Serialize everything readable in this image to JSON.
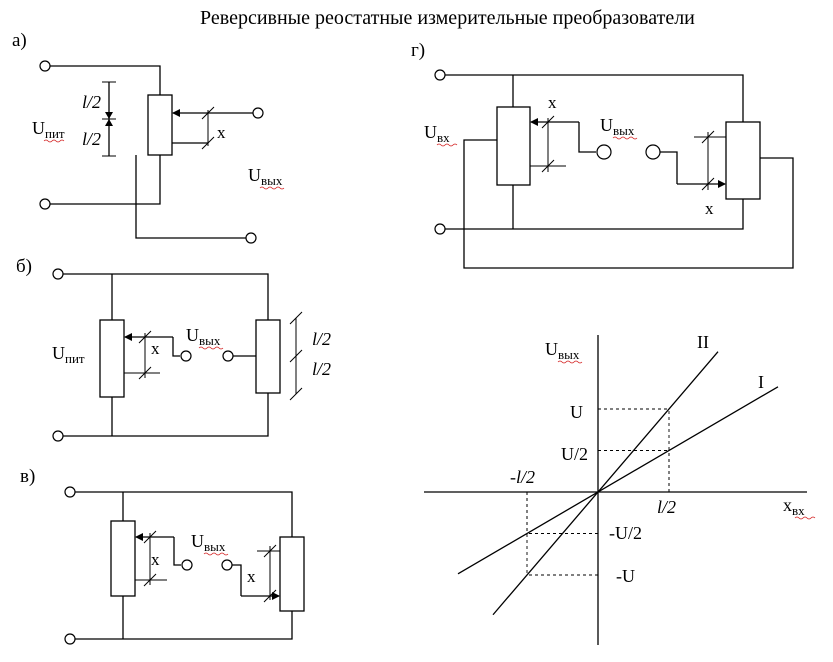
{
  "title": "Реверсивные реостатные измерительные преобразователи",
  "panels": {
    "a": {
      "label": "а)",
      "supply": {
        "main": "U",
        "sub": "пит"
      },
      "output": {
        "main": "U",
        "sub": "вых"
      },
      "half_top": "l/2",
      "half_bottom": "l/2",
      "x": "x"
    },
    "b": {
      "label": "б)",
      "supply": {
        "main": "U",
        "sub": "пит"
      },
      "output": {
        "main": "U",
        "sub": "вых"
      },
      "half_top": "l/2",
      "half_bottom": "l/2",
      "x": "x"
    },
    "v": {
      "label": "в)",
      "output": {
        "main": "U",
        "sub": "вых"
      },
      "x_left": "x",
      "x_right": "x"
    },
    "g": {
      "label": "г)",
      "input": {
        "main": "U",
        "sub": "вх"
      },
      "output": {
        "main": "U",
        "sub": "вых"
      },
      "x_left": "x",
      "x_right": "x"
    }
  },
  "graph": {
    "y_axis": {
      "main": "U",
      "sub": "вых"
    },
    "x_axis": {
      "main": "x",
      "sub": "вх"
    },
    "ticks": {
      "y_U": "U",
      "y_U2": "U/2",
      "y_mU2": "-U/2",
      "y_mU": "-U",
      "x_l2": "l/2",
      "x_ml2": "-l/2"
    },
    "line_labels": {
      "I": "I",
      "II": "II"
    }
  },
  "chart_data": {
    "type": "line",
    "title": "",
    "xlabel": "xвх",
    "ylabel": "Uвых",
    "x_ticks": [
      "-l/2",
      "l/2"
    ],
    "y_ticks": [
      "-U",
      "-U/2",
      "U/2",
      "U"
    ],
    "series": [
      {
        "name": "I",
        "points": [
          {
            "x": "-l/2",
            "y": "-U/2"
          },
          {
            "x": "0",
            "y": "0"
          },
          {
            "x": "l/2",
            "y": "U/2"
          }
        ]
      },
      {
        "name": "II",
        "points": [
          {
            "x": "-l/2",
            "y": "-U"
          },
          {
            "x": "0",
            "y": "0"
          },
          {
            "x": "l/2",
            "y": "U"
          }
        ]
      }
    ]
  }
}
